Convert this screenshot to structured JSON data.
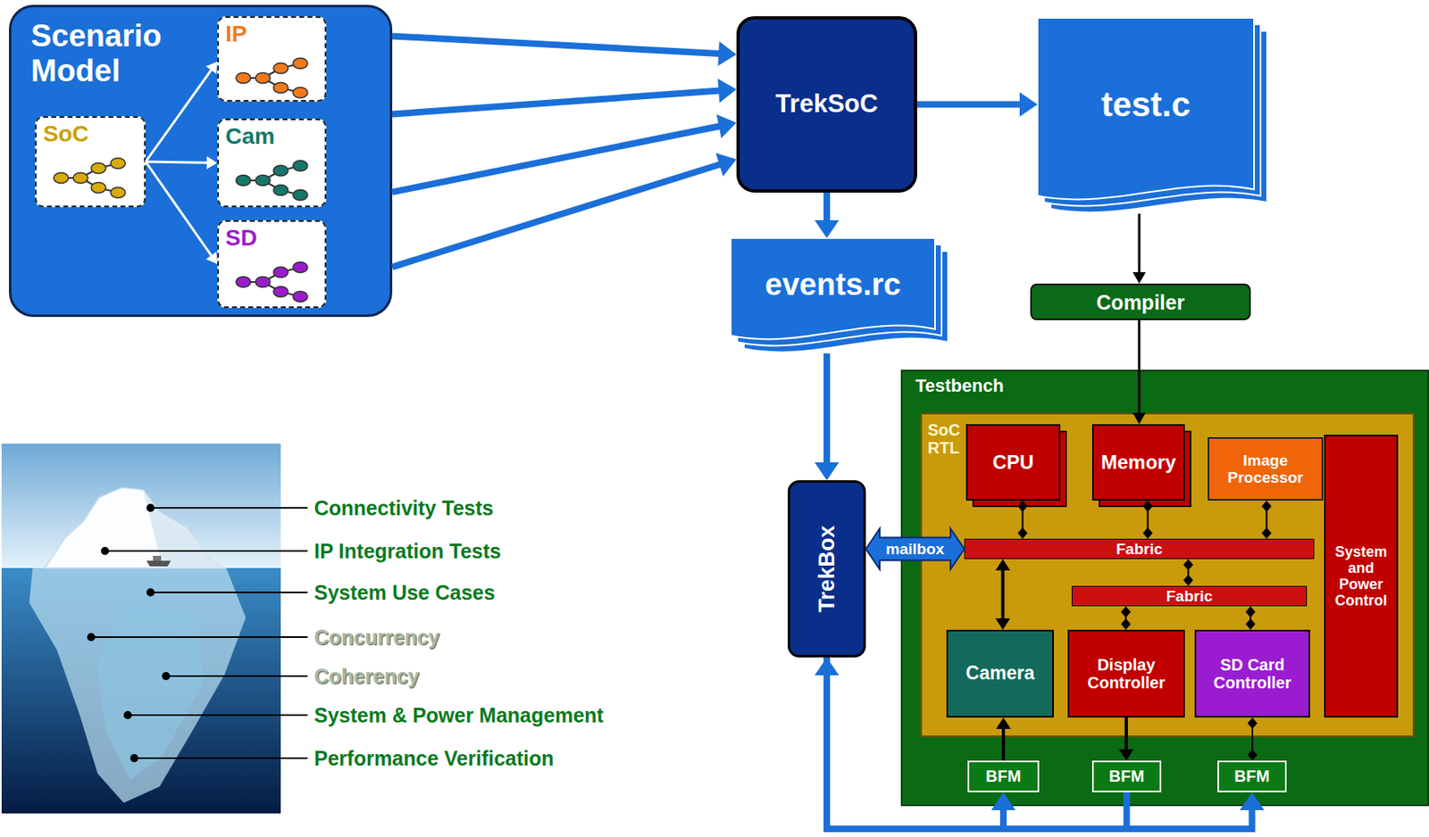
{
  "diagram": {
    "nodes": [
      {
        "text": [
          "Scenario Model"
        ]
      },
      {
        "text": [
          "SoC"
        ],
        "in": 0
      },
      {
        "text": [
          "IP"
        ],
        "in": 0
      },
      {
        "text": [
          "Cam"
        ],
        "in": 0
      },
      {
        "text": [
          "SD"
        ],
        "in": 0
      },
      {
        "text": [
          "TrekSoC"
        ]
      },
      {
        "text": [
          "test.c"
        ]
      },
      {
        "text": [
          "events.rc"
        ]
      },
      {
        "text": [
          "Compiler"
        ]
      },
      {
        "text": [
          "Testbench"
        ]
      },
      {
        "text": [
          "SoC RTL"
        ],
        "in": 9
      },
      {
        "text": [
          "CPU"
        ],
        "in": 10
      },
      {
        "text": [
          "Memory"
        ],
        "in": 10
      },
      {
        "text": [
          "Image Processor"
        ],
        "in": 10
      },
      {
        "text": [
          "System and Power Control"
        ],
        "in": 10
      },
      {
        "text": [
          "Fabric"
        ],
        "in": 10
      },
      {
        "text": [
          "Fabric"
        ],
        "in": 10
      },
      {
        "text": [
          "Camera"
        ],
        "in": 10
      },
      {
        "text": [
          "Display Controller"
        ],
        "in": 10
      },
      {
        "text": [
          "SD Card Controller"
        ],
        "in": 10
      },
      {
        "text": [
          "BFM"
        ],
        "in": 9
      },
      {
        "text": [
          "BFM"
        ],
        "in": 9
      },
      {
        "text": [
          "BFM"
        ],
        "in": 9
      },
      {
        "text": [
          "TrekBox"
        ]
      }
    ],
    "edges": [
      {
        "from": 0,
        "to": 5,
        "arrow": "to"
      },
      {
        "from": 0,
        "to": 5,
        "arrow": "to"
      },
      {
        "from": 0,
        "to": 5,
        "arrow": "to"
      },
      {
        "from": 0,
        "to": 5,
        "arrow": "to"
      },
      {
        "from": 1,
        "to": 2,
        "arrow": "to"
      },
      {
        "from": 1,
        "to": 3,
        "arrow": "to"
      },
      {
        "from": 1,
        "to": 4,
        "arrow": "to"
      },
      {
        "from": 5,
        "to": 6,
        "arrow": "to"
      },
      {
        "from": 5,
        "to": 7,
        "arrow": "to"
      },
      {
        "from": 6,
        "to": 8,
        "arrow": "to"
      },
      {
        "from": 8,
        "to": 12,
        "arrow": "to"
      },
      {
        "from": 7,
        "to": 23,
        "arrow": "to"
      },
      {
        "from": 23,
        "to": 15,
        "label": "mailbox",
        "arrow": "both"
      },
      {
        "from": 11,
        "to": 15,
        "arrow": "both"
      },
      {
        "from": 12,
        "to": 15,
        "arrow": "both"
      },
      {
        "from": 13,
        "to": 15,
        "arrow": "both"
      },
      {
        "from": 15,
        "to": 16,
        "arrow": "both"
      },
      {
        "from": 15,
        "to": 17,
        "arrow": "both"
      },
      {
        "from": 16,
        "to": 18,
        "arrow": "both"
      },
      {
        "from": 16,
        "to": 19,
        "arrow": "both"
      },
      {
        "from": 20,
        "to": 17,
        "arrow": "to"
      },
      {
        "from": 18,
        "to": 21,
        "arrow": "to"
      },
      {
        "from": 19,
        "to": 22,
        "arrow": "both"
      },
      {
        "from": 21,
        "to": 23,
        "arrow": "to"
      },
      {
        "from": 23,
        "to": 20,
        "arrow": "to"
      },
      {
        "from": 23,
        "to": 22,
        "arrow": "to"
      }
    ],
    "labels": [
      "Connectivity Tests",
      "IP Integration Tests",
      "System Use Cases",
      "Concurrency",
      "Coherency",
      "System & Power Management",
      "Performance Verification"
    ]
  }
}
